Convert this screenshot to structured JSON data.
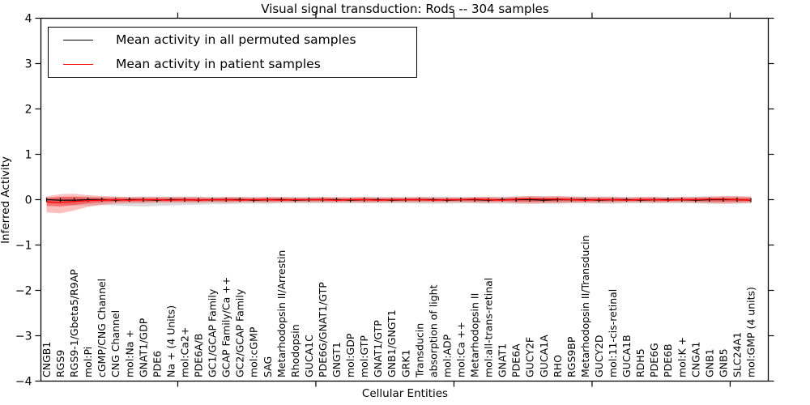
{
  "chart_data": {
    "type": "line",
    "title": "Visual signal transduction: Rods -- 304 samples",
    "xlabel": "Cellular Entities",
    "ylabel": "Inferred Activity",
    "ylim": [
      -4,
      4
    ],
    "yticks": [
      4,
      3,
      2,
      1,
      0,
      -1,
      -2,
      -3,
      -4
    ],
    "xtick_boundaries": [
      10,
      20,
      30,
      40,
      50
    ],
    "grid": false,
    "legend_position": "upper left",
    "categories": [
      "CNGB1",
      "RGS9",
      "RGS9-1/Gbeta5/R9AP",
      "mol:Pi",
      "cGMP/CNG Channel",
      "CNG Channel",
      "mol:Na +",
      "GNAT1/GDP",
      "PDE6",
      "Na + (4 Units)",
      "mol:Ca2+",
      "PDE6A/B",
      "GC1/GCAP Family",
      "GCAP Family/Ca ++",
      "GC2/GCAP Family",
      "mol:cGMP",
      "SAG",
      "Metarhodopsin II/Arrestin",
      "Rhodopsin",
      "GUCA1C",
      "PDE6G/GNAT1/GTP",
      "GNGT1",
      "mol:GDP",
      "mol:GTP",
      "GNAT1/GTP",
      "GNB1/GNGT1",
      "GRK1",
      "Transducin",
      "absorption of light",
      "mol:ADP",
      "mol:Ca ++",
      "Metarhodopsin II",
      "mol:all-trans-retinal",
      "GNAT1",
      "PDE6A",
      "GUCY2F",
      "GUCA1A",
      "RHO",
      "RGS9BP",
      "Metarhodopsin II/Transducin",
      "GUCY2D",
      "mol:11-cis-retinal",
      "GUCA1B",
      "RDH5",
      "PDE6G",
      "PDE6B",
      "mol:K +",
      "CNGA1",
      "GNB1",
      "GNB5",
      "SLC24A1",
      "mol:GMP (4 units)"
    ],
    "series": [
      {
        "name": "Mean activity in all permuted samples",
        "color": "#000000",
        "values": [
          0,
          -0.01,
          -0.01,
          0,
          0,
          -0.01,
          0,
          0,
          -0.01,
          0,
          0,
          -0.01,
          0,
          0,
          0,
          -0.01,
          0,
          0,
          -0.01,
          0,
          0,
          0,
          -0.01,
          0,
          0,
          -0.01,
          0,
          0,
          0,
          -0.01,
          0,
          0,
          -0.01,
          0,
          0,
          0,
          -0.01,
          0,
          0,
          0,
          -0.01,
          0,
          0,
          -0.01,
          0,
          0,
          0,
          -0.01,
          0,
          0,
          0,
          -0.01
        ],
        "band": {
          "color": "#bfbfbf",
          "upper": [
            0.05,
            0.06,
            0.07,
            0.07,
            0.06,
            0.06,
            0.06,
            0.07,
            0.07,
            0.07,
            0.07,
            0.07,
            0.06,
            0.06,
            0.06,
            0.06,
            0.06,
            0.06,
            0.06,
            0.06,
            0.06,
            0.06,
            0.06,
            0.06,
            0.06,
            0.06,
            0.06,
            0.06,
            0.07,
            0.07,
            0.06,
            0.06,
            0.07,
            0.07,
            0.07,
            0.08,
            0.08,
            0.07,
            0.07,
            0.07,
            0.07,
            0.07,
            0.06,
            0.06,
            0.06,
            0.06,
            0.06,
            0.07,
            0.07,
            0.07,
            0.07,
            0.06
          ],
          "lower": [
            -0.08,
            -0.1,
            -0.12,
            -0.13,
            -0.12,
            -0.13,
            -0.14,
            -0.15,
            -0.14,
            -0.13,
            -0.12,
            -0.11,
            -0.1,
            -0.1,
            -0.09,
            -0.09,
            -0.09,
            -0.08,
            -0.08,
            -0.08,
            -0.08,
            -0.08,
            -0.08,
            -0.08,
            -0.08,
            -0.08,
            -0.08,
            -0.09,
            -0.09,
            -0.09,
            -0.08,
            -0.08,
            -0.09,
            -0.09,
            -0.09,
            -0.09,
            -0.09,
            -0.09,
            -0.08,
            -0.08,
            -0.09,
            -0.09,
            -0.08,
            -0.08,
            -0.08,
            -0.08,
            -0.08,
            -0.08,
            -0.09,
            -0.09,
            -0.09,
            -0.08
          ]
        }
      },
      {
        "name": "Mean activity in patient samples",
        "color": "#ff0000",
        "values": [
          -0.05,
          -0.06,
          -0.04,
          -0.02,
          -0.01,
          0,
          -0.01,
          0,
          0,
          -0.01,
          0,
          -0.01,
          0,
          0,
          -0.01,
          0,
          0,
          -0.01,
          0,
          0,
          0,
          -0.01,
          0,
          0,
          -0.01,
          0,
          0,
          0,
          -0.01,
          0,
          0,
          0.01,
          0,
          -0.01,
          0.01,
          0.02,
          0.01,
          0.01,
          0,
          -0.01,
          0,
          0,
          -0.01,
          0,
          0,
          -0.01,
          0,
          0,
          0.01,
          0.01,
          0,
          -0.01
        ],
        "band": {
          "color": "#ff0000",
          "upper": [
            0.07,
            0.12,
            0.13,
            0.1,
            0.08,
            0.07,
            0.06,
            0.06,
            0.06,
            0.06,
            0.06,
            0.06,
            0.05,
            0.06,
            0.06,
            0.05,
            0.06,
            0.06,
            0.05,
            0.05,
            0.06,
            0.05,
            0.05,
            0.06,
            0.05,
            0.05,
            0.05,
            0.06,
            0.05,
            0.05,
            0.05,
            0.06,
            0.06,
            0.05,
            0.07,
            0.08,
            0.07,
            0.08,
            0.07,
            0.06,
            0.06,
            0.06,
            0.05,
            0.06,
            0.06,
            0.05,
            0.06,
            0.06,
            0.07,
            0.08,
            0.08,
            0.07
          ],
          "lower": [
            -0.28,
            -0.3,
            -0.24,
            -0.16,
            -0.11,
            -0.09,
            -0.08,
            -0.08,
            -0.07,
            -0.07,
            -0.07,
            -0.07,
            -0.06,
            -0.07,
            -0.06,
            -0.06,
            -0.07,
            -0.06,
            -0.06,
            -0.06,
            -0.06,
            -0.06,
            -0.06,
            -0.07,
            -0.06,
            -0.06,
            -0.06,
            -0.06,
            -0.06,
            -0.06,
            -0.06,
            -0.07,
            -0.07,
            -0.06,
            -0.08,
            -0.09,
            -0.08,
            -0.08,
            -0.07,
            -0.07,
            -0.07,
            -0.07,
            -0.06,
            -0.06,
            -0.07,
            -0.06,
            -0.06,
            -0.07,
            -0.08,
            -0.09,
            -0.08,
            -0.07
          ]
        }
      }
    ],
    "legend": {
      "items": [
        {
          "label": "Mean activity in all permuted samples",
          "color": "#000000"
        },
        {
          "label": "Mean activity in patient samples",
          "color": "#ff0000"
        }
      ]
    }
  }
}
